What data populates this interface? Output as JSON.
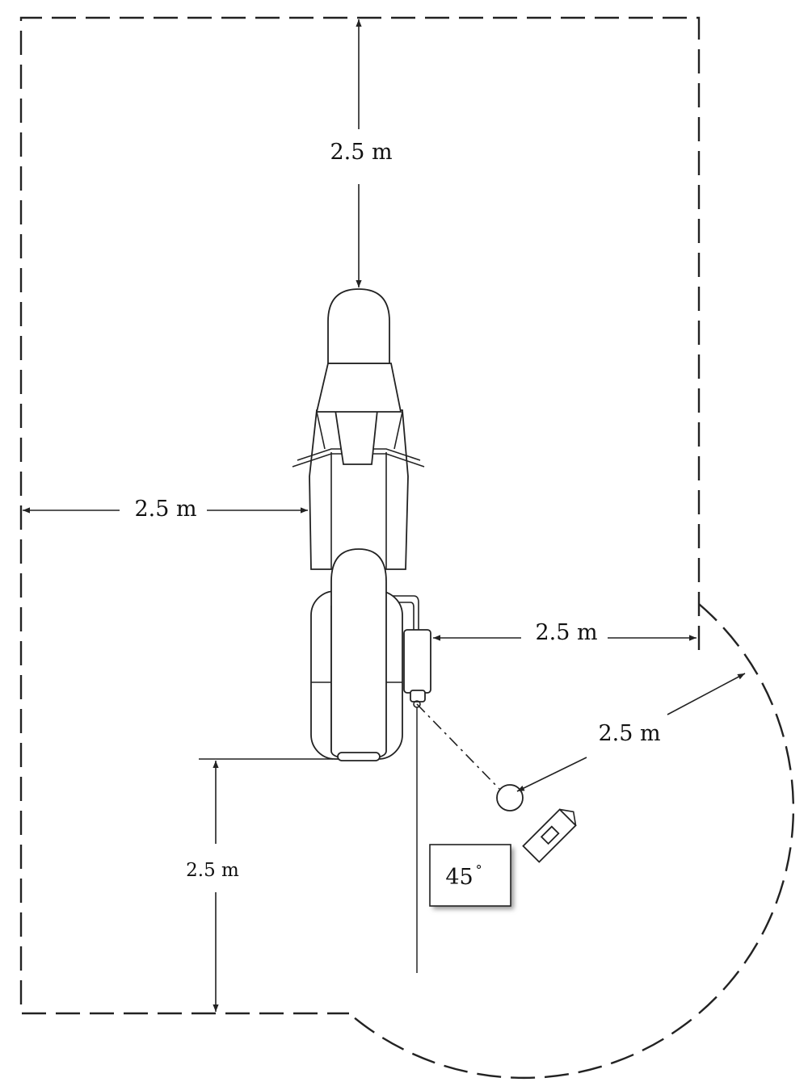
{
  "dimensions": {
    "front_distance": "2.5 m",
    "left_distance": "2.5 m",
    "right_distance": "2.5 m",
    "radius_distance": "2.5 m",
    "rear_distance": "2.5 m"
  },
  "angle_label": "45",
  "degree_mark": "°"
}
